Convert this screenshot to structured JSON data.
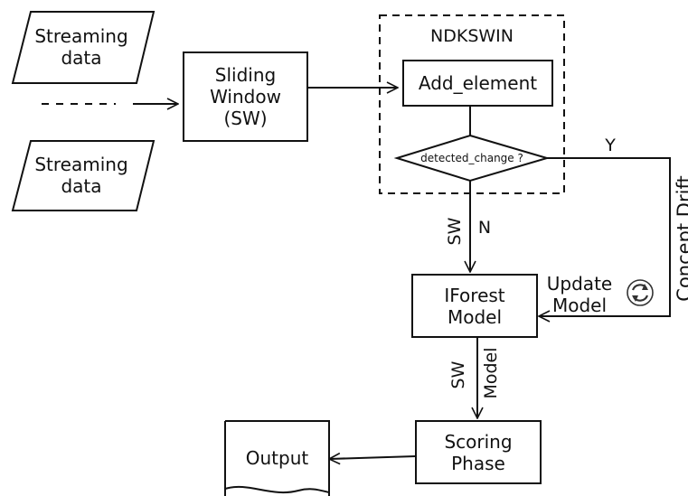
{
  "diagram": {
    "inputs": {
      "stream_top": "Streaming\ndata",
      "stream_bottom": "Streaming\ndata"
    },
    "sliding_window": "Sliding\nWindow\n(SW)",
    "ndkswin": {
      "title": "NDKSWIN",
      "add_element": "Add_element",
      "decision": "detected_change ?"
    },
    "labels": {
      "yes": "Y",
      "no": "N",
      "sw_1": "SW",
      "sw_2": "SW",
      "model": "Model",
      "concept_drift": "Concept Drift",
      "update_model": "Update\nModel"
    },
    "iforest": "IForest\nModel",
    "scoring": "Scoring\nPhase",
    "output": "Output",
    "icons": {
      "update": "refresh-icon"
    }
  }
}
